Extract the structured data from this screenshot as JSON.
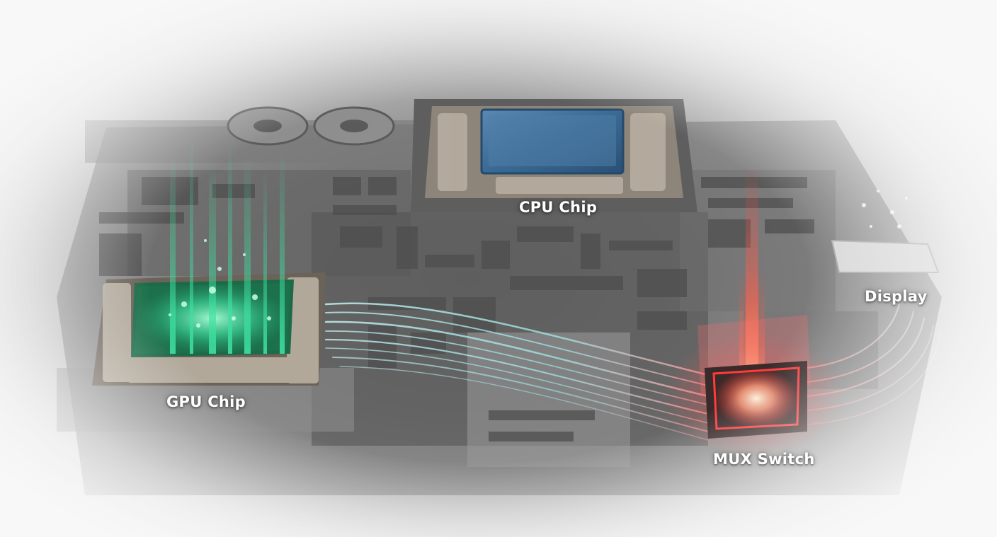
{
  "labels": {
    "cpu": "CPU Chip",
    "gpu": "GPU Chip",
    "display": "Display",
    "mux": "MUX Switch"
  },
  "colors": {
    "gpu_glow": "#3fe0a0",
    "cpu_die": "#3a6b95",
    "mux_glow": "#ff3b3b",
    "signal_flow_cyan": "#9fe6e8",
    "signal_flow_red": "#ff8a8a",
    "board": "#6c6c6c"
  }
}
